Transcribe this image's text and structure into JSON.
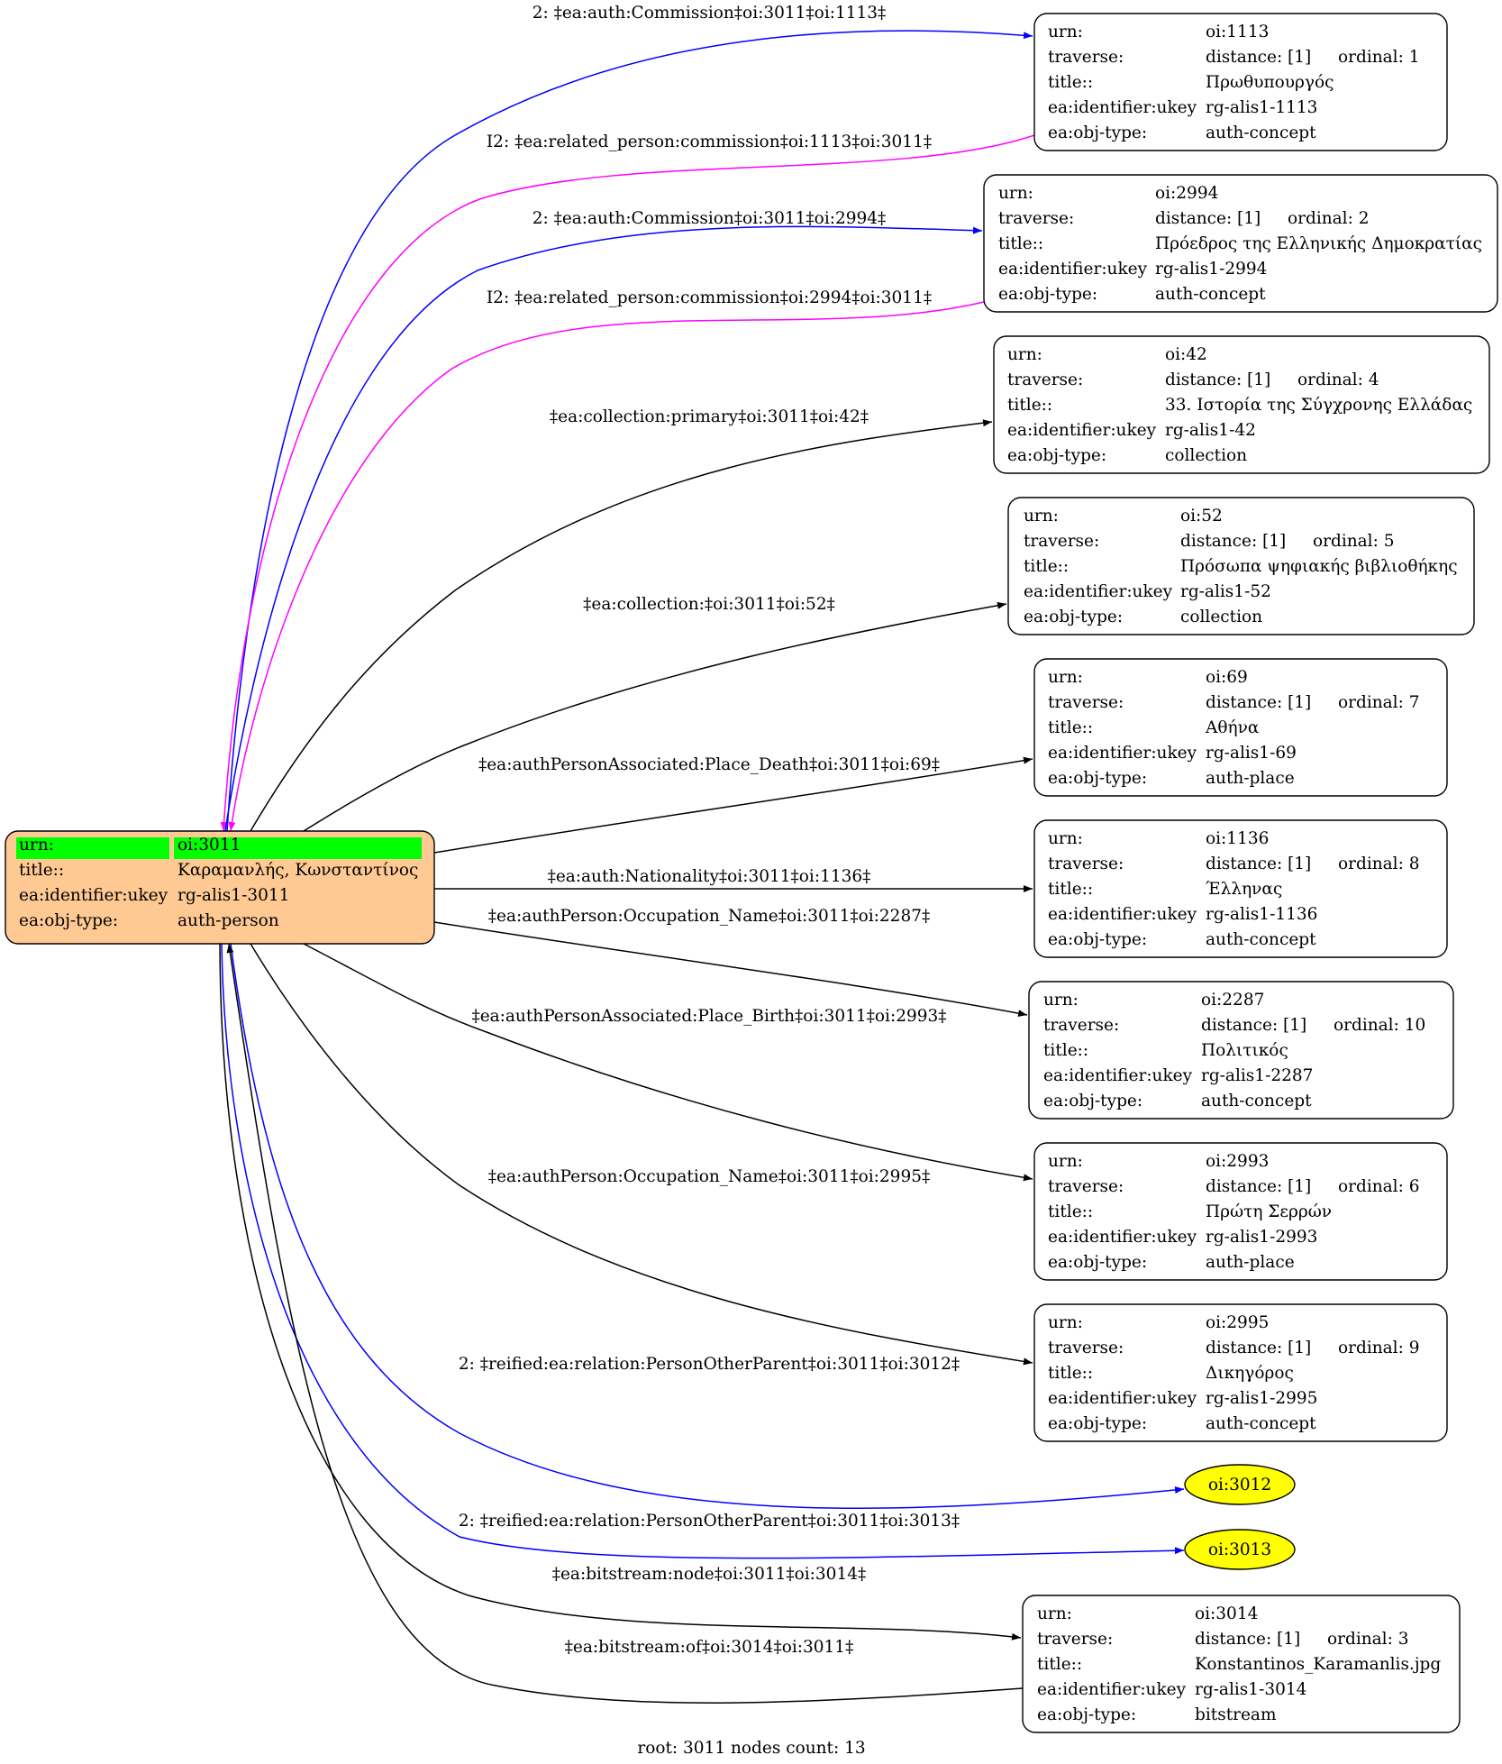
{
  "root": {
    "rows": [
      {
        "key": "urn:",
        "value": "oi:3011",
        "highlight": true
      },
      {
        "key": "title::",
        "value": "Καραμανλής, Κωνσταντίνος"
      },
      {
        "key": "ea:identifier:ukey",
        "value": "rg-alis1-3011"
      },
      {
        "key": "ea:obj-type:",
        "value": "auth-person"
      }
    ],
    "fill": "#ffc994",
    "highlight_color": "#00ff00"
  },
  "nodes": [
    {
      "id": "n1113",
      "urn": "oi:1113",
      "distance": "distance: [1]",
      "ordinal": "ordinal: 1",
      "title": "Πρωθυπουργός",
      "ukey": "rg-alis1-1113",
      "objtype": "auth-concept"
    },
    {
      "id": "n2994",
      "urn": "oi:2994",
      "distance": "distance: [1]",
      "ordinal": "ordinal: 2",
      "title": "Πρόεδρος της Ελληνικής Δημοκρατίας",
      "ukey": "rg-alis1-2994",
      "objtype": "auth-concept"
    },
    {
      "id": "n42",
      "urn": "oi:42",
      "distance": "distance: [1]",
      "ordinal": "ordinal: 4",
      "title": "33. Ιστορία της Σύγχρονης Ελλάδας",
      "ukey": "rg-alis1-42",
      "objtype": "collection"
    },
    {
      "id": "n52",
      "urn": "oi:52",
      "distance": "distance: [1]",
      "ordinal": "ordinal: 5",
      "title": "Πρόσωπα ψηφιακής βιβλιοθήκης",
      "ukey": "rg-alis1-52",
      "objtype": "collection"
    },
    {
      "id": "n69",
      "urn": "oi:69",
      "distance": "distance: [1]",
      "ordinal": "ordinal: 7",
      "title": "Αθήνα",
      "ukey": "rg-alis1-69",
      "objtype": "auth-place"
    },
    {
      "id": "n1136",
      "urn": "oi:1136",
      "distance": "distance: [1]",
      "ordinal": "ordinal: 8",
      "title": "Έλληνας",
      "ukey": "rg-alis1-1136",
      "objtype": "auth-concept"
    },
    {
      "id": "n2287",
      "urn": "oi:2287",
      "distance": "distance: [1]",
      "ordinal": "ordinal: 10",
      "title": "Πολιτικός",
      "ukey": "rg-alis1-2287",
      "objtype": "auth-concept"
    },
    {
      "id": "n2993",
      "urn": "oi:2993",
      "distance": "distance: [1]",
      "ordinal": "ordinal: 6",
      "title": "Πρώτη Σερρών",
      "ukey": "rg-alis1-2993",
      "objtype": "auth-place"
    },
    {
      "id": "n2995",
      "urn": "oi:2995",
      "distance": "distance: [1]",
      "ordinal": "ordinal: 9",
      "title": "Δικηγόρος",
      "ukey": "rg-alis1-2995",
      "objtype": "auth-concept"
    },
    {
      "id": "n3014",
      "urn": "oi:3014",
      "distance": "distance: [1]",
      "ordinal": "ordinal: 3",
      "title": "Konstantinos_Karamanlis.jpg",
      "ukey": "rg-alis1-3014",
      "objtype": "bitstream"
    }
  ],
  "row_keys": {
    "urn": "urn:",
    "traverse": "traverse:",
    "title": "title::",
    "ukey": "ea:identifier:ukey",
    "objtype": "ea:obj-type:"
  },
  "ellipses": [
    {
      "id": "e3012",
      "label": "oi:3012",
      "fill": "#ffff00"
    },
    {
      "id": "e3013",
      "label": "oi:3013",
      "fill": "#ffff00"
    }
  ],
  "edges": [
    {
      "id": "c1",
      "label": "2: ‡ea:auth:Commission‡oi:3011‡oi:1113‡",
      "color": "#0000ff"
    },
    {
      "id": "c2",
      "label": "I2: ‡ea:related_person:commission‡oi:1113‡oi:3011‡",
      "color": "#ff00ff"
    },
    {
      "id": "c3",
      "label": "2: ‡ea:auth:Commission‡oi:3011‡oi:2994‡",
      "color": "#0000ff"
    },
    {
      "id": "c4",
      "label": "I2: ‡ea:related_person:commission‡oi:2994‡oi:3011‡",
      "color": "#ff00ff"
    },
    {
      "id": "c5",
      "label": "‡ea:collection:primary‡oi:3011‡oi:42‡",
      "color": "#000000"
    },
    {
      "id": "c6",
      "label": "‡ea:collection:‡oi:3011‡oi:52‡",
      "color": "#000000"
    },
    {
      "id": "c7",
      "label": "‡ea:authPersonAssociated:Place_Death‡oi:3011‡oi:69‡",
      "color": "#000000"
    },
    {
      "id": "c8",
      "label": "‡ea:auth:Nationality‡oi:3011‡oi:1136‡",
      "color": "#000000"
    },
    {
      "id": "c9",
      "label": "‡ea:authPerson:Occupation_Name‡oi:3011‡oi:2287‡",
      "color": "#000000"
    },
    {
      "id": "c10",
      "label": "‡ea:authPersonAssociated:Place_Birth‡oi:3011‡oi:2993‡",
      "color": "#000000"
    },
    {
      "id": "c11",
      "label": "‡ea:authPerson:Occupation_Name‡oi:3011‡oi:2995‡",
      "color": "#000000"
    },
    {
      "id": "c12",
      "label": "2: ‡reified:ea:relation:PersonOtherParent‡oi:3011‡oi:3012‡",
      "color": "#0000ff"
    },
    {
      "id": "c13",
      "label": "2: ‡reified:ea:relation:PersonOtherParent‡oi:3011‡oi:3013‡",
      "color": "#0000ff"
    },
    {
      "id": "c14",
      "label": "‡ea:bitstream:node‡oi:3011‡oi:3014‡",
      "color": "#000000"
    },
    {
      "id": "c15",
      "label": "‡ea:bitstream:of‡oi:3014‡oi:3011‡",
      "color": "#000000"
    }
  ],
  "footer": "root: 3011 nodes count: 13"
}
